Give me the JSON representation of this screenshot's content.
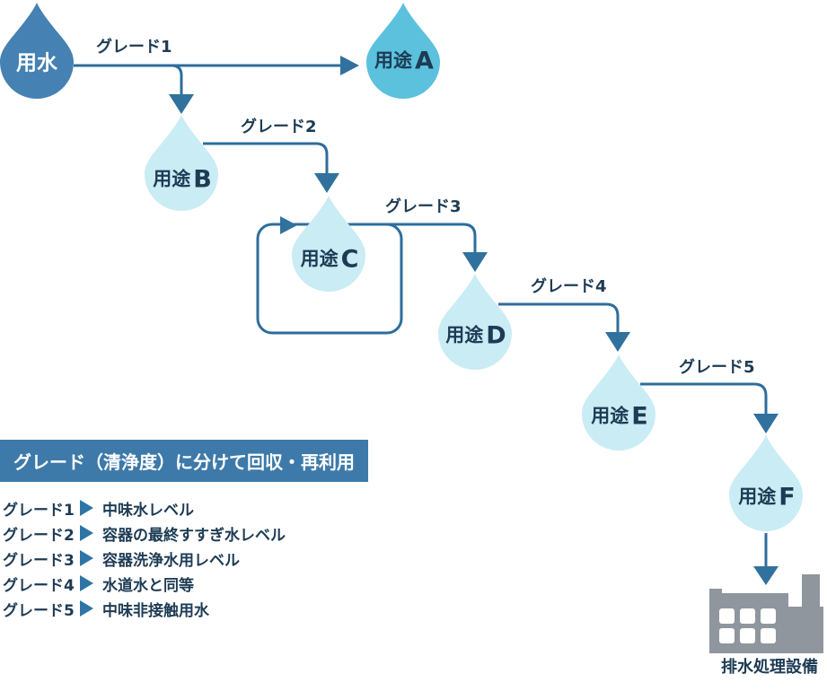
{
  "diagram": {
    "source_label": "用水",
    "nodes": [
      {
        "kanji": "用途",
        "letter": "A"
      },
      {
        "kanji": "用途",
        "letter": "B"
      },
      {
        "kanji": "用途",
        "letter": "C"
      },
      {
        "kanji": "用途",
        "letter": "D"
      },
      {
        "kanji": "用途",
        "letter": "E"
      },
      {
        "kanji": "用途",
        "letter": "F"
      }
    ],
    "grade_arrows": [
      {
        "label": "グレード1"
      },
      {
        "label": "グレード2"
      },
      {
        "label": "グレード3"
      },
      {
        "label": "グレード4"
      },
      {
        "label": "グレード5"
      }
    ],
    "facility_label": "排水処理設備"
  },
  "legend": {
    "title": "グレード（清浄度）に分けて回収・再利用",
    "items": [
      {
        "grade": "グレード1",
        "desc": "中味水レベル"
      },
      {
        "grade": "グレード2",
        "desc": "容器の最終すすぎ水レベル"
      },
      {
        "grade": "グレード3",
        "desc": "容器洗浄水用レベル"
      },
      {
        "grade": "グレード4",
        "desc": "水道水と同等"
      },
      {
        "grade": "グレード5",
        "desc": "中味非接触用水"
      }
    ]
  },
  "colors": {
    "source-drop": "#4581b2",
    "node-a-drop": "#5bc1dd",
    "light-drop": "#c9ecf5",
    "line": "#2d6d9c",
    "arrow": "#31719e",
    "text-dark": "#1d3b54",
    "legend-box": "#3d7aa9",
    "building": "#8f969d",
    "bullet": "#2e75a5"
  }
}
